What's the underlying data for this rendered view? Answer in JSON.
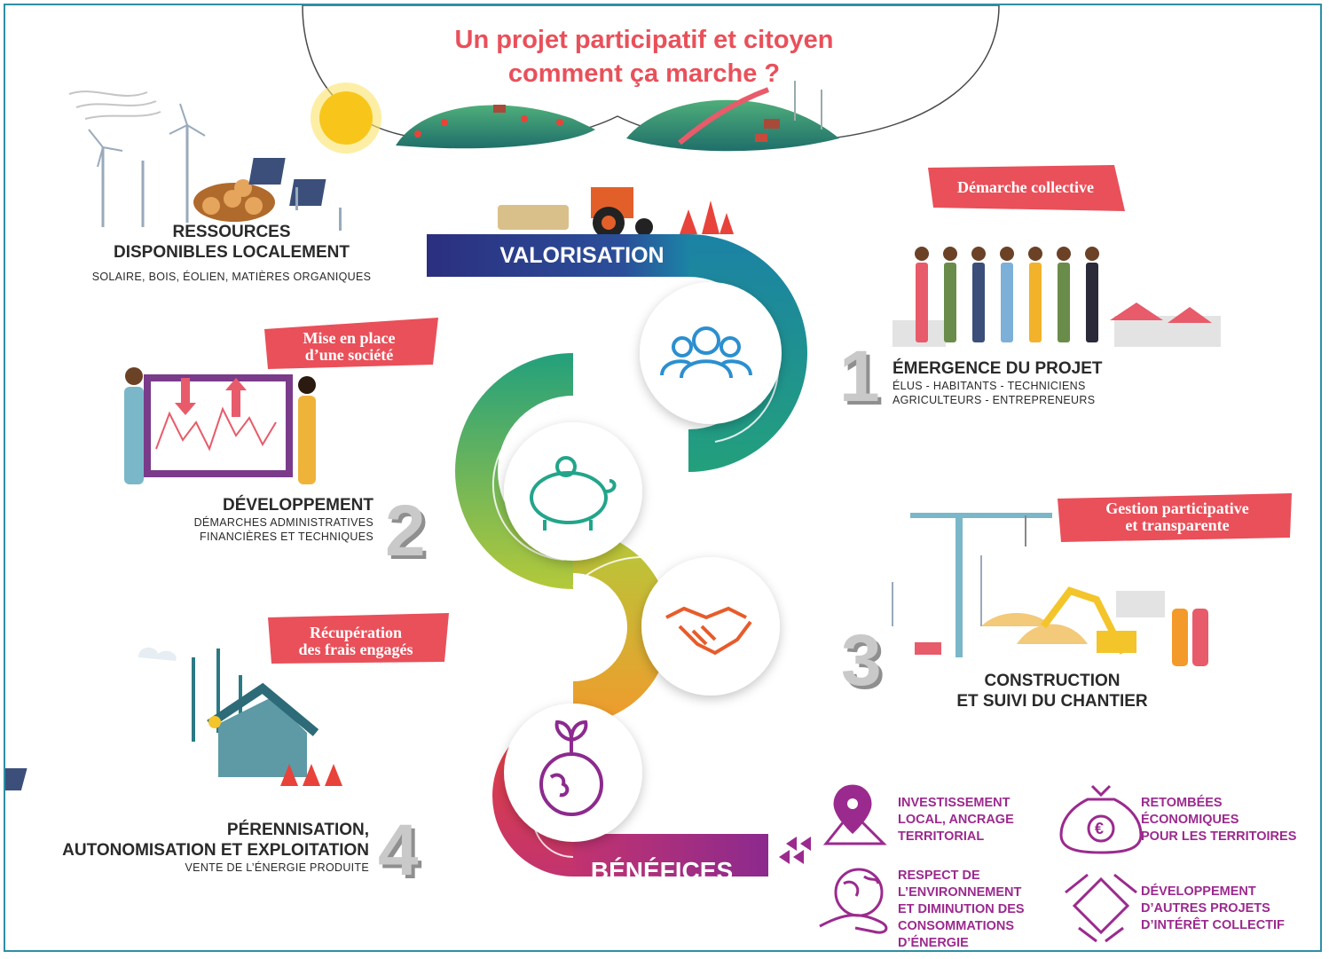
{
  "title": {
    "line1": "Un projet participatif et citoyen",
    "line2": "comment ça marche ?"
  },
  "resources": {
    "title_line1": "RESSOURCES",
    "title_line2": "DISPONIBLES LOCALEMENT",
    "subtitle": "SOLAIRE, BOIS, ÉOLIEN, MATIÈRES ORGANIQUES"
  },
  "valorisation_label": "VALORISATION",
  "benefices_label": "BÉNÉFICES",
  "steps": {
    "step1": {
      "number": "1",
      "title": "ÉMERGENCE DU PROJET",
      "sub_line1": "ÉLUS - HABITANTS - TECHNICIENS",
      "sub_line2": "AGRICULTEURS - ENTREPRENEURS",
      "tag": "Démarche collective"
    },
    "step2": {
      "number": "2",
      "title": "DÉVELOPPEMENT",
      "sub_line1": "DÉMARCHES ADMINISTRATIVES",
      "sub_line2": "FINANCIÈRES ET TECHNIQUES",
      "tag_line1": "Mise en place",
      "tag_line2": "d’une société"
    },
    "step3": {
      "number": "3",
      "title_line1": "CONSTRUCTION",
      "title_line2": "ET SUIVI DU CHANTIER",
      "tag_line1": "Gestion participative",
      "tag_line2": "et transparente"
    },
    "step4": {
      "number": "4",
      "title_line1": "PÉRENNISATION,",
      "title_line2": "AUTONOMISATION ET EXPLOITATION",
      "subtitle": "VENTE DE L’ÉNERGIE PRODUITE",
      "tag_line1": "Récupération",
      "tag_line2": "des frais engagés"
    }
  },
  "benefits": {
    "b1": {
      "line1": "INVESTISSEMENT",
      "line2": "LOCAL, ANCRAGE",
      "line3": "TERRITORIAL"
    },
    "b2": {
      "line1": "RETOMBÉES",
      "line2": "ÉCONOMIQUES",
      "line3": "POUR LES TERRITOIRES"
    },
    "b3": {
      "line1": "RESPECT DE",
      "line2": "L’ENVIRONNEMENT",
      "line3": "ET DIMINUTION DES",
      "line4": "CONSOMMATIONS",
      "line5": "D’ÉNERGIE"
    },
    "b4": {
      "line1": "DÉVELOPPEMENT",
      "line2": "D’AUTRES PROJETS",
      "line3": "D’INTÉRÊT COLLECTIF"
    }
  },
  "icons": {
    "step1": "people-group-icon",
    "step2": "piggy-bank-icon",
    "step3": "handshake-icon",
    "step4": "planet-sprout-icon",
    "b1": "map-pin-icon",
    "b2": "money-bag-icon",
    "b3": "earth-hand-icon",
    "b4": "stacked-hands-icon"
  },
  "colors": {
    "title": "#e9505a",
    "tag": "#e9505a",
    "benefit": "#9b2a8e",
    "frame": "#2e8fa4",
    "flow_start": "#2b2f7e",
    "flow_mid": "#22a58a",
    "flow_warm": "#f39a2a",
    "flow_end": "#8c2a8e"
  }
}
